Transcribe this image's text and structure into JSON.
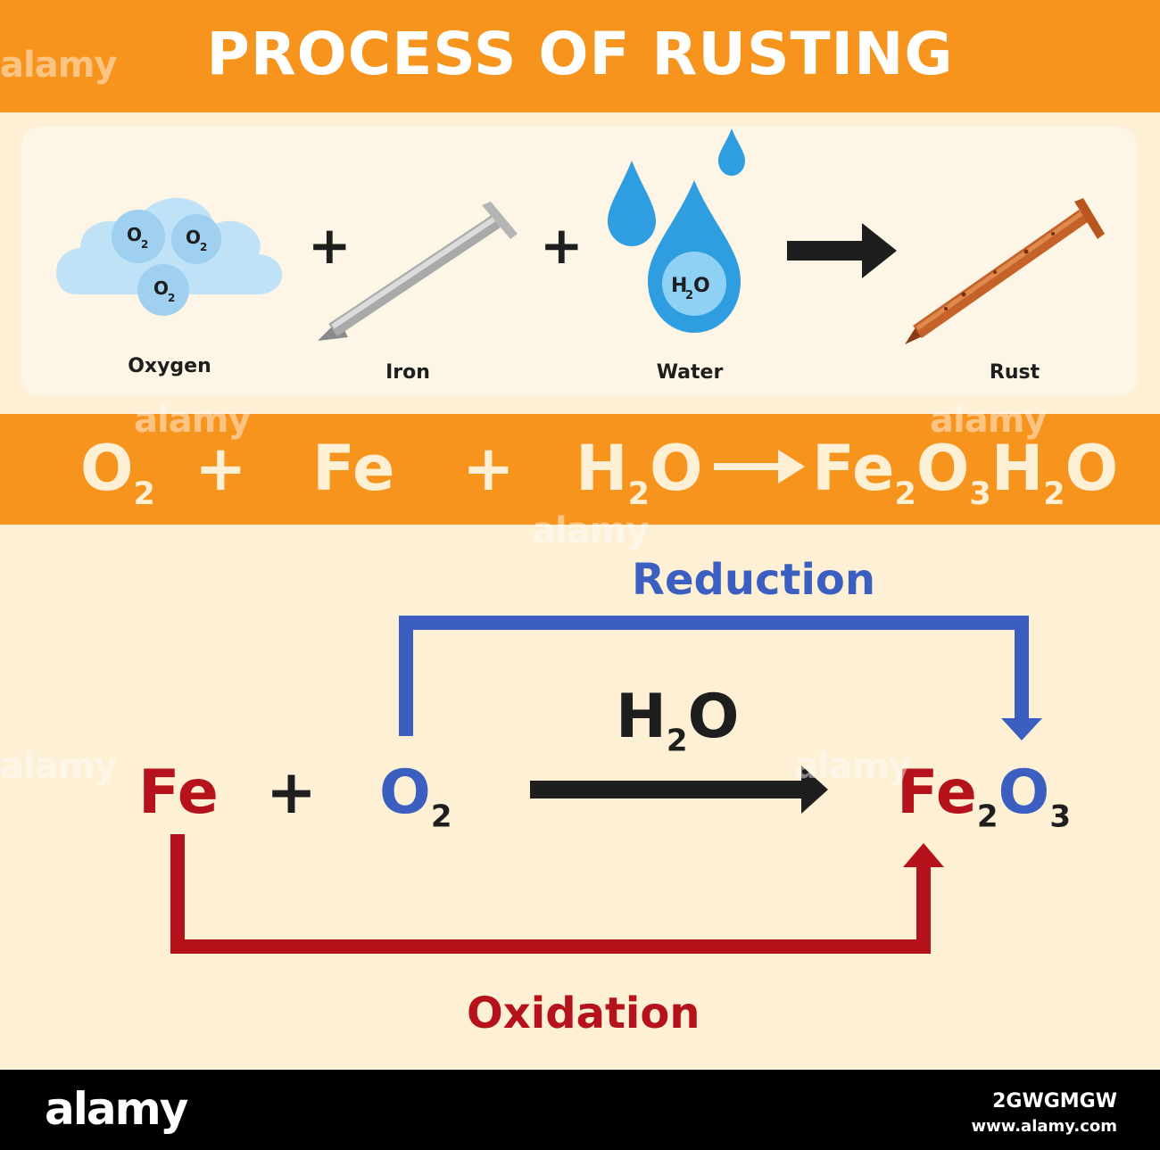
{
  "title": "PROCESS OF RUSTING",
  "reactants": {
    "oxygen": {
      "label": "Oxygen",
      "molecule": "O",
      "sub": "2"
    },
    "iron": {
      "label": "Iron"
    },
    "water": {
      "label": "Water",
      "molecule_h": "H",
      "molecule_sub": "2",
      "molecule_o": "O"
    },
    "rust": {
      "label": "Rust"
    },
    "plus": "+"
  },
  "equation": {
    "o2": "O",
    "o2_sub": "2",
    "plus": "+",
    "fe": "Fe",
    "h2o_h": "H",
    "h2o_sub": "2",
    "h2o_o": "O",
    "product_fe": "Fe",
    "product_fe_sub": "2",
    "product_o": "O",
    "product_o_sub": "3",
    "product_h": "H",
    "product_h_sub": "2",
    "product_o2": "O"
  },
  "redox": {
    "reduction_label": "Reduction",
    "oxidation_label": "Oxidation",
    "fe": "Fe",
    "plus": "+",
    "o": "O",
    "o_sub": "2",
    "catalyst_h": "H",
    "catalyst_sub": "2",
    "catalyst_o": "O",
    "product_fe": "Fe",
    "product_fe_sub": "2",
    "product_o": "O",
    "product_o_sub": "3"
  },
  "footer": {
    "logo": "alamy",
    "image_id": "2GWGMGW",
    "url": "www.alamy.com"
  },
  "watermark": "alamy",
  "colors": {
    "orange": "#f7941d",
    "cream": "#fdf0d5",
    "reduction_blue": "#3b5fc0",
    "oxidation_red": "#b5121b"
  }
}
